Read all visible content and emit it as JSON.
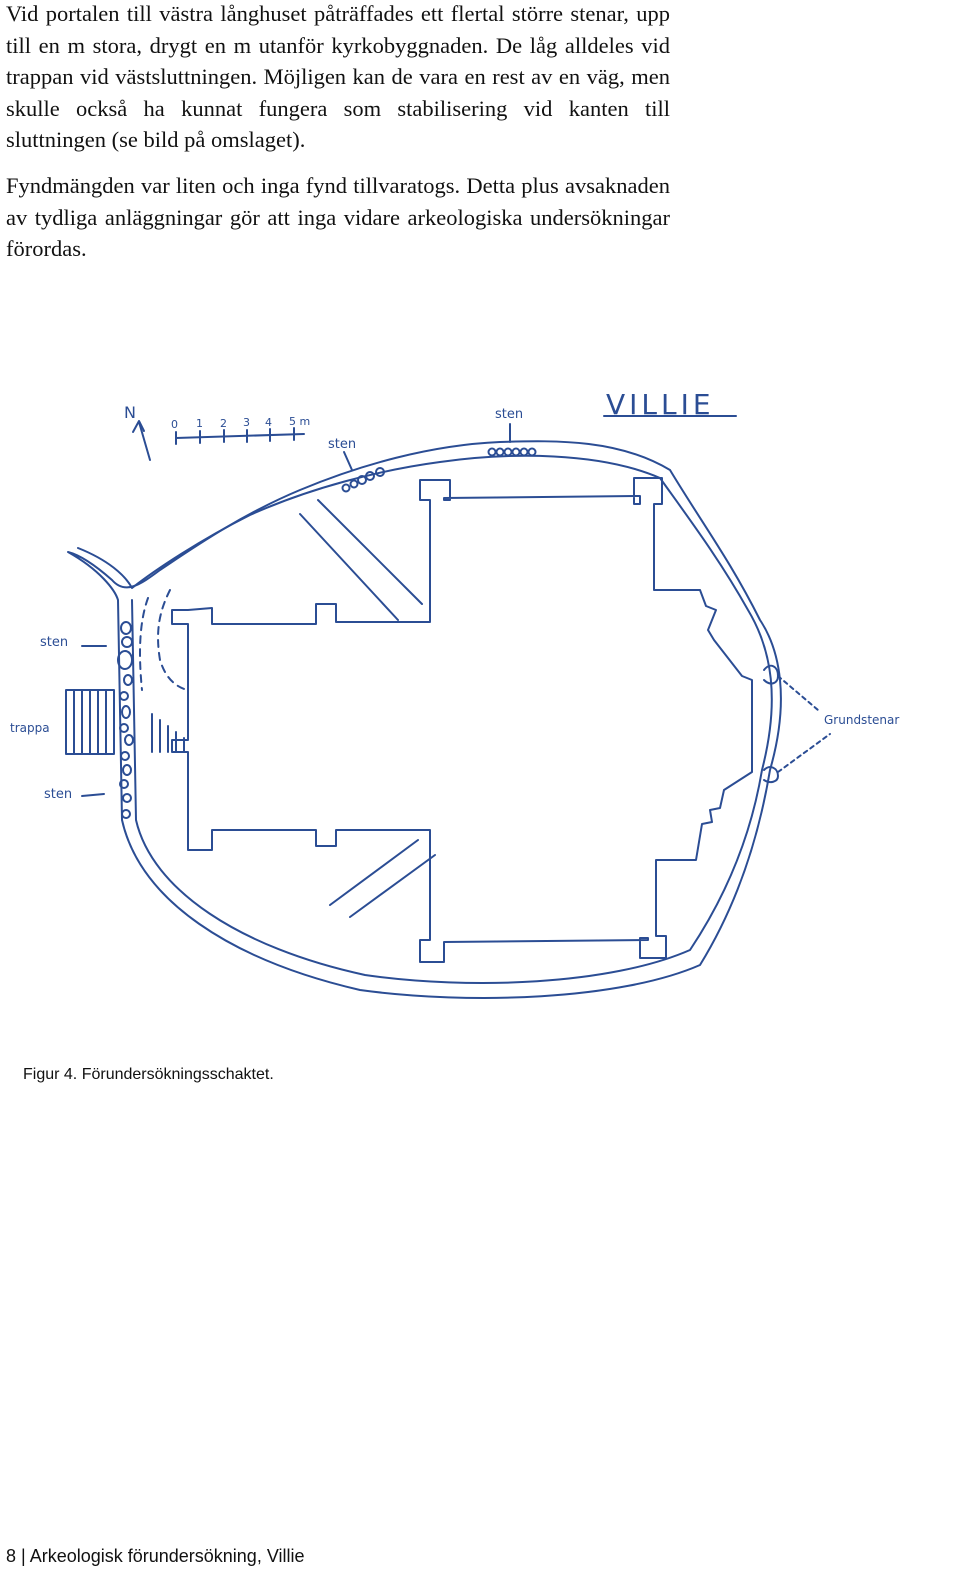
{
  "body": {
    "paragraph_1": "Vid portalen till västra långhuset påträffades ett flertal större stenar, upp till en m stora, drygt en m utanför kyrkobyggnaden. De låg alldeles vid trappan vid västsluttningen. Möjligen kan de vara en rest av en väg, men skulle också ha kunnat fungera som stabilisering vid kanten till sluttningen (se bild på omslaget).",
    "paragraph_2": "Fyndmängden var liten och inga fynd tillvaratogs. Detta plus avsaknaden av tydliga anläggningar gör att inga vidare arkeologiska undersökningar förordas."
  },
  "figure": {
    "title": "VILLIE",
    "north": "N",
    "scale": {
      "ticks": [
        "0",
        "1",
        "2",
        "3",
        "4",
        "5 m"
      ]
    },
    "labels": {
      "sten_top": "sten",
      "sten_upper_mid": "sten",
      "sten_left_upper": "sten",
      "sten_left_lower": "sten",
      "trappa": "trappa",
      "grundstenar": "Grundstenar"
    },
    "ink_color": "#2b4d94"
  },
  "caption": "Figur 4. Förundersökningsschaktet.",
  "footer": "8 | Arkeologisk förundersökning, Villie"
}
